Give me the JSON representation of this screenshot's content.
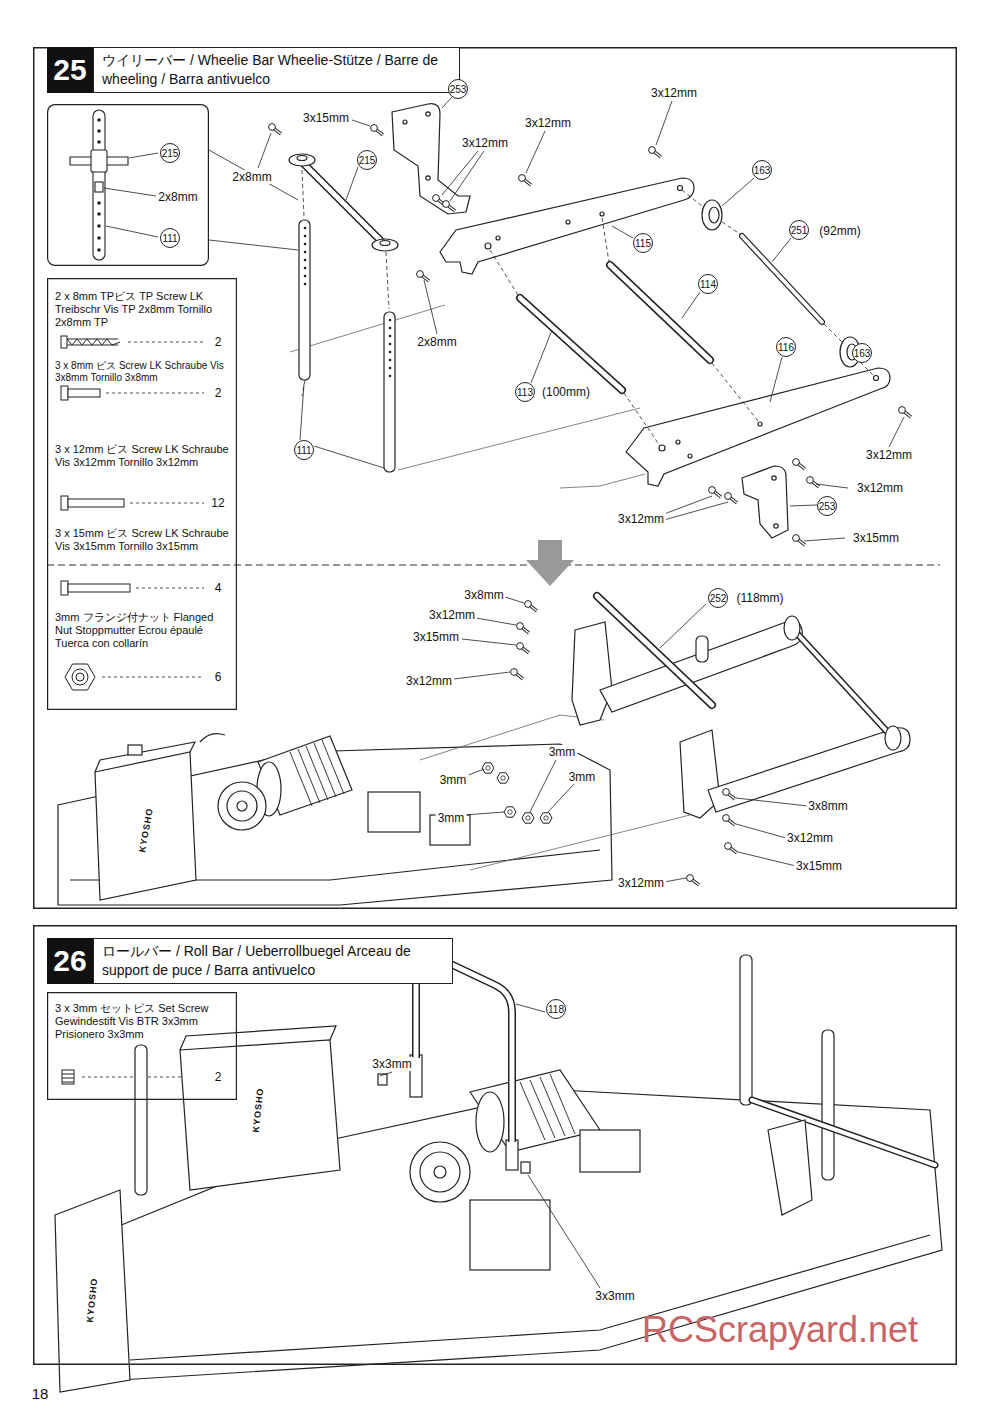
{
  "diagram": {
    "nodes": [
      {
        "text": [
          "ウイリーバー / Wheelie Bar Wheelie-Stütze / Barre de wheeling / Barra antivuelco"
        ]
      },
      {
        "text": [
          "25"
        ],
        "in": 0
      },
      {
        "text": [
          "215",
          "2x8mm",
          "111"
        ],
        "in": 0
      },
      {
        "text": [
          "2 x 8mm TPビス TP Screw LK Treibschr Vis TP 2x8mm Tornillo 2x8mm TP",
          "2",
          "3 x 8mm ビス Screw LK Schraube Vis 3x8mm Tornillo 3x8mm",
          "2",
          "3 x 12mm ビス Screw LK Schraube Vis 3x12mm Tornillo 3x12mm",
          "12",
          "3 x 15mm ビス Screw LK Schraube Vis 3x15mm Tornillo 3x15mm",
          "4",
          "3mm フランジ付ナット Flanged Nut Stoppmutter Ecrou épaulé Tuerca con collarín",
          "6"
        ],
        "in": 0
      },
      {
        "text": [
          "ロールバー / Roll Bar / Ueberrollbuegel Arceau de support de puce / Barra antivuelco"
        ]
      },
      {
        "text": [
          "26"
        ],
        "in": 4
      },
      {
        "text": [
          "3 x 3mm セットビス Set Screw Gewindestift Vis BTR 3x3mm Prisionero 3x3mm",
          "2"
        ],
        "in": 4
      }
    ],
    "labels": [
      "253",
      "3x15mm",
      "3x12mm",
      "3x12mm",
      "3x12mm",
      "2x8mm",
      "215",
      "163",
      "251",
      "(92mm)",
      "115",
      "114",
      "116",
      "163",
      "2x8mm",
      "113",
      "(100mm)",
      "111",
      "3x12mm",
      "3x12mm",
      "253",
      "3x12mm",
      "3x15mm",
      "3x8mm",
      "252",
      "(118mm)",
      "3x12mm",
      "3x15mm",
      "3x12mm",
      "3mm",
      "3mm",
      "3mm",
      "3mm",
      "3x8mm",
      "3x12mm",
      "3x15mm",
      "3x12mm",
      "KYOSHO",
      "118",
      "3x3mm",
      "KYOSHO",
      "KYOSHO",
      "3x3mm",
      "18",
      "RCScrapyard.net"
    ]
  }
}
